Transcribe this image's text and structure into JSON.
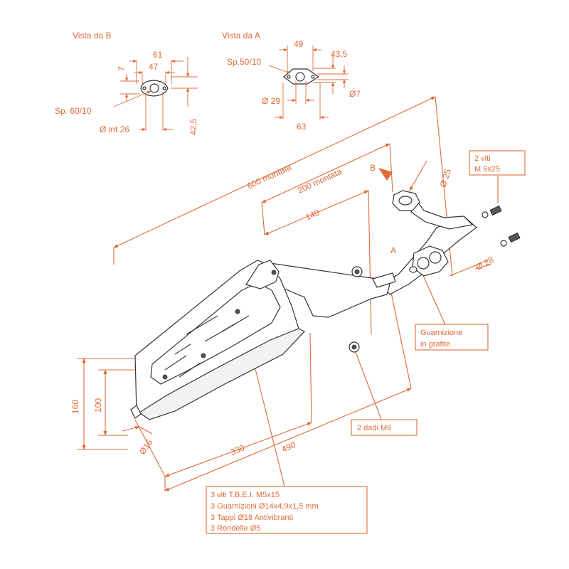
{
  "views": {
    "b": {
      "title": "Vista da  B",
      "dim_61": "61",
      "dim_47": "47",
      "dim_7": "7",
      "thickness": "Sp. 60/10",
      "inner_dia": "Ø int.26",
      "dim_42_5": "42,5"
    },
    "a": {
      "title": "Vista da  A",
      "dim_49": "49",
      "dim_43_5": "43,5",
      "thickness": "Sp.50/10",
      "dia_29": "Ø 29",
      "dia_7": "Ø7",
      "dim_63": "63"
    }
  },
  "dimensions": {
    "total": "600 montata",
    "partial": "200 montata",
    "d140": "140",
    "d25": "Ø 25",
    "d28": "Ø 28",
    "d160": "160",
    "d100": "100",
    "d16": "Ø16",
    "d330": "330",
    "d490": "490"
  },
  "markers": {
    "b": "B",
    "a": "A"
  },
  "callouts": {
    "screws": [
      "2 viti",
      "M 6x25"
    ],
    "gasket": [
      "Guarnizione",
      "in grafite"
    ],
    "nuts": "2 dadi M6",
    "kit": [
      "3 viti T.B.E.I. M5x15",
      "3 Guarnizioni Ø14x4,9x1,5 mm",
      "3 Tappi Ø18 Antivibranti",
      "3 Rondelle Ø5"
    ]
  },
  "colors": {
    "dimension": "#e06b38",
    "part": "#333333"
  }
}
